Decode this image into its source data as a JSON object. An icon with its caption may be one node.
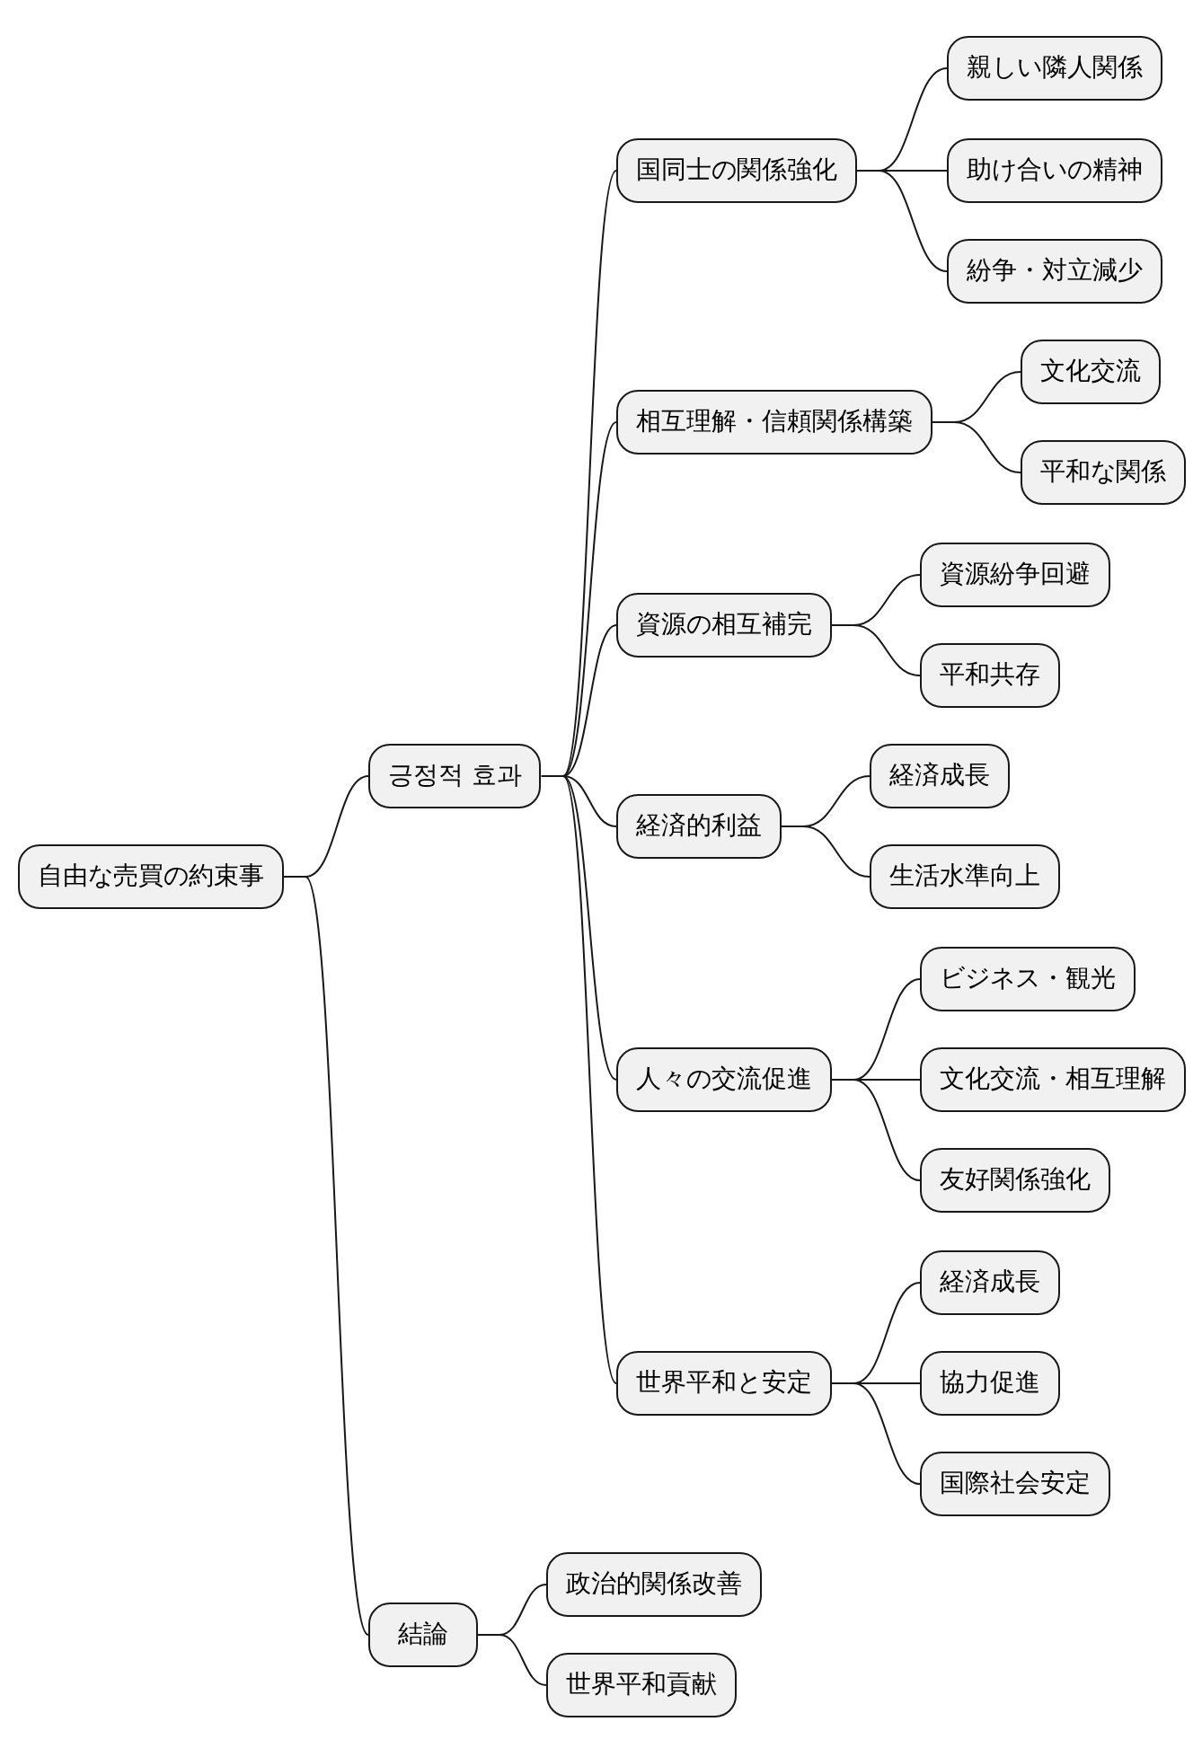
{
  "diagram": {
    "nodes": [
      {
        "text": [
          "自由な売買の約束事"
        ]
      },
      {
        "text": [
          "긍정적 효과"
        ]
      },
      {
        "text": [
          "国同士の関係強化"
        ]
      },
      {
        "text": [
          "親しい隣人関係"
        ]
      },
      {
        "text": [
          "助け合いの精神"
        ]
      },
      {
        "text": [
          "紛争・対立減少"
        ]
      },
      {
        "text": [
          "相互理解・信頼関係構築"
        ]
      },
      {
        "text": [
          "文化交流"
        ]
      },
      {
        "text": [
          "平和な関係"
        ]
      },
      {
        "text": [
          "資源の相互補完"
        ]
      },
      {
        "text": [
          "資源紛争回避"
        ]
      },
      {
        "text": [
          "平和共存"
        ]
      },
      {
        "text": [
          "経済的利益"
        ]
      },
      {
        "text": [
          "経済成長"
        ]
      },
      {
        "text": [
          "生活水準向上"
        ]
      },
      {
        "text": [
          "人々の交流促進"
        ]
      },
      {
        "text": [
          "ビジネス・観光"
        ]
      },
      {
        "text": [
          "文化交流・相互理解"
        ]
      },
      {
        "text": [
          "友好関係強化"
        ]
      },
      {
        "text": [
          "世界平和と安定"
        ]
      },
      {
        "text": [
          "経済成長"
        ]
      },
      {
        "text": [
          "協力促進"
        ]
      },
      {
        "text": [
          "国際社会安定"
        ]
      },
      {
        "text": [
          "結論"
        ]
      },
      {
        "text": [
          "政治的関係改善"
        ]
      },
      {
        "text": [
          "世界平和貢献"
        ]
      }
    ],
    "edges": [
      {
        "from": 0,
        "to": 1,
        "arrow": "none"
      },
      {
        "from": 1,
        "to": 2,
        "arrow": "none"
      },
      {
        "from": 2,
        "to": 3,
        "arrow": "none"
      },
      {
        "from": 2,
        "to": 4,
        "arrow": "none"
      },
      {
        "from": 2,
        "to": 5,
        "arrow": "none"
      },
      {
        "from": 1,
        "to": 6,
        "arrow": "none"
      },
      {
        "from": 6,
        "to": 7,
        "arrow": "none"
      },
      {
        "from": 6,
        "to": 8,
        "arrow": "none"
      },
      {
        "from": 1,
        "to": 9,
        "arrow": "none"
      },
      {
        "from": 9,
        "to": 10,
        "arrow": "none"
      },
      {
        "from": 9,
        "to": 11,
        "arrow": "none"
      },
      {
        "from": 1,
        "to": 12,
        "arrow": "none"
      },
      {
        "from": 12,
        "to": 13,
        "arrow": "none"
      },
      {
        "from": 12,
        "to": 14,
        "arrow": "none"
      },
      {
        "from": 1,
        "to": 15,
        "arrow": "none"
      },
      {
        "from": 15,
        "to": 16,
        "arrow": "none"
      },
      {
        "from": 15,
        "to": 17,
        "arrow": "none"
      },
      {
        "from": 15,
        "to": 18,
        "arrow": "none"
      },
      {
        "from": 1,
        "to": 19,
        "arrow": "none"
      },
      {
        "from": 19,
        "to": 20,
        "arrow": "none"
      },
      {
        "from": 19,
        "to": 21,
        "arrow": "none"
      },
      {
        "from": 19,
        "to": 22,
        "arrow": "none"
      },
      {
        "from": 0,
        "to": 23,
        "arrow": "none"
      },
      {
        "from": 23,
        "to": 24,
        "arrow": "none"
      },
      {
        "from": 23,
        "to": 25,
        "arrow": "none"
      }
    ]
  }
}
